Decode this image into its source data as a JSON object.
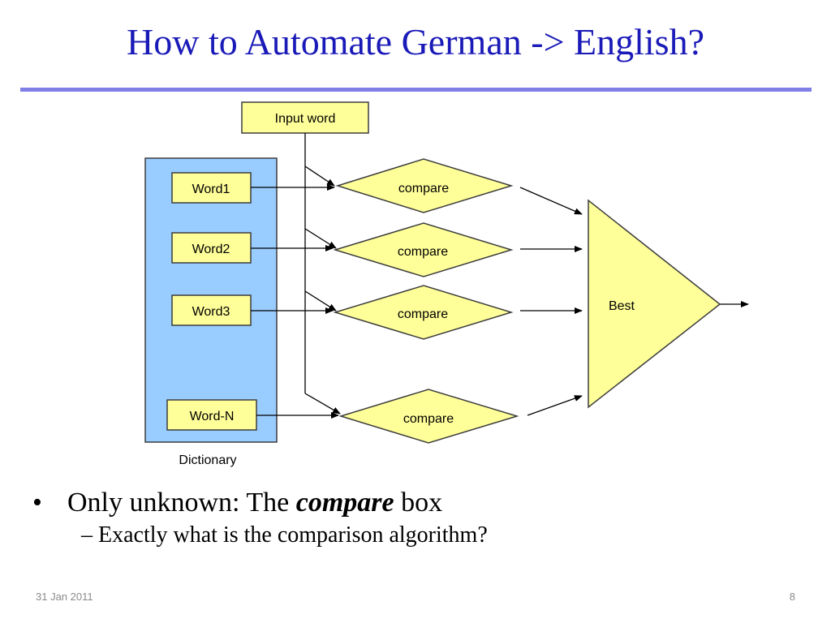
{
  "title": "How to Automate German -> English?",
  "diagram": {
    "input_label": "Input word",
    "dictionary_label": "Dictionary",
    "words": [
      "Word1",
      "Word2",
      "Word3",
      "Word-N"
    ],
    "compare_label": "compare",
    "best_label": "Best"
  },
  "bullets": {
    "main_prefix": "Only unknown: The",
    "main_emphasis": "compare",
    "main_suffix": "box",
    "sub": "Exactly what is the comparison algorithm?"
  },
  "footer": {
    "date": "31 Jan 2011",
    "page": "8"
  },
  "colors": {
    "title": "#1a1ab8",
    "rule": "#7f7fe6",
    "dictionary_fill": "#99ccff",
    "box_fill": "#ffff99"
  }
}
